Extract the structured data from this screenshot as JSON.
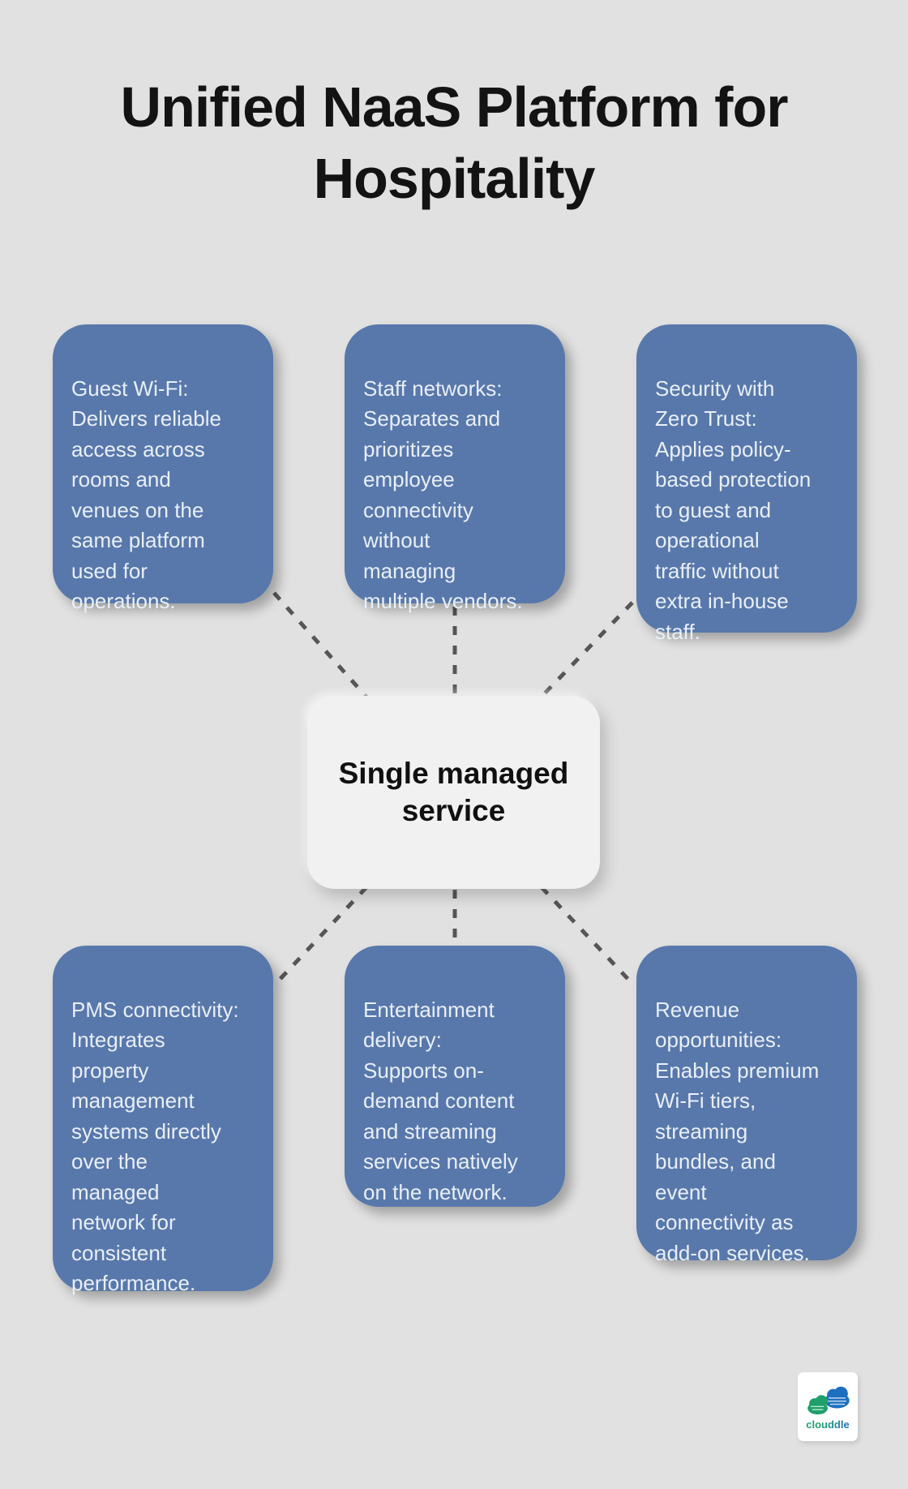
{
  "title": "Unified NaaS Platform for\nHospitality",
  "center_node": {
    "label": "Single managed\nservice"
  },
  "nodes": [
    {
      "id": "guest-wifi",
      "text": "Guest Wi-Fi:\nDelivers reliable\naccess across\nrooms and\nvenues on the\nsame platform\nused for\noperations."
    },
    {
      "id": "staff-networks",
      "text": "Staff networks:\nSeparates and\nprioritizes\nemployee\nconnectivity\nwithout\nmanaging\nmultiple vendors."
    },
    {
      "id": "security-zero-trust",
      "text": "Security with\nZero Trust:\nApplies policy-\nbased protection\nto guest and\noperational\ntraffic without\nextra in-house\nstaff."
    },
    {
      "id": "pms-connectivity",
      "text": "PMS connectivity:\nIntegrates\nproperty\nmanagement\nsystems directly\nover the\nmanaged\nnetwork for\nconsistent\nperformance."
    },
    {
      "id": "entertainment-delivery",
      "text": "Entertainment\ndelivery:\nSupports on-\ndemand content\nand streaming\nservices natively\non the network."
    },
    {
      "id": "revenue-opportunities",
      "text": "Revenue\nopportunities:\nEnables premium\nWi-Fi tiers,\nstreaming\nbundles, and\nevent\nconnectivity as\nadd-on services."
    }
  ],
  "logo": {
    "brand": "clouddle"
  },
  "colors": {
    "background": "#e0e1e0",
    "node_fill": "#5878ab",
    "node_text": "#e9eff7",
    "center_fill": "#f1f1f1",
    "center_text": "#101010",
    "connector": "#565656",
    "title": "#131313",
    "logo_green": "#1ea06a",
    "logo_blue": "#1e6fc0"
  }
}
